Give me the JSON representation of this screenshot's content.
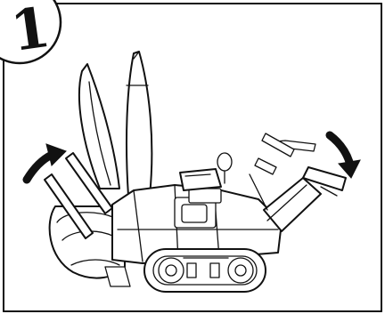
{
  "step": {
    "number": "1"
  },
  "colors": {
    "ink": "#111111",
    "paper": "#ffffff"
  },
  "icons": {
    "left_arrow": "curved-arrow-counterclockwise",
    "right_arrow": "curved-arrow-clockwise"
  }
}
